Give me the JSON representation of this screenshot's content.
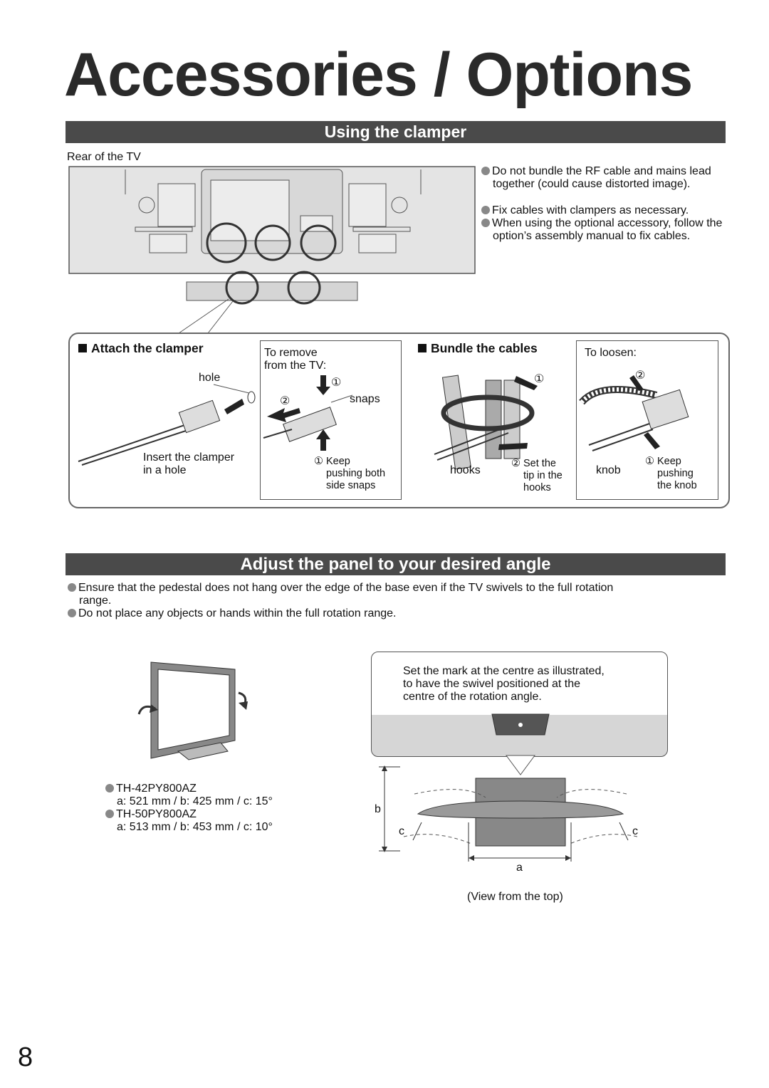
{
  "title": "Accessories / Options",
  "clamper": {
    "heading": "Using the clamper",
    "rear_label": "Rear of the TV",
    "bullets": [
      "Do not bundle the RF cable and mains lead together (could cause distorted image).",
      "Fix cables with clampers as necessary.",
      "When using the optional accessory, follow the option’s assembly manual to fix cables."
    ],
    "attach": {
      "heading": "Attach the clamper",
      "hole": "hole",
      "insert_line1": "Insert the clamper",
      "insert_line2": "in a hole"
    },
    "remove": {
      "line1": "To remove",
      "line2": "from the TV:",
      "step1": "①",
      "step2": "②",
      "snaps": "snaps",
      "keep_num": "①",
      "keep_line1": "Keep",
      "keep_line2": "pushing both",
      "keep_line3": "side snaps"
    },
    "bundle": {
      "heading": "Bundle the cables",
      "step1": "①",
      "hooks": "hooks",
      "set_num": "②",
      "set_line1": "Set the",
      "set_line2": "tip in the",
      "set_line3": "hooks"
    },
    "loosen": {
      "label": "To loosen:",
      "step2": "②",
      "knob": "knob",
      "keep_num": "①",
      "keep_line1": "Keep",
      "keep_line2": "pushing",
      "keep_line3": "the knob"
    }
  },
  "angle": {
    "heading": "Adjust the panel to your desired angle",
    "bullet1_line1": "Ensure that the pedestal does not hang over the edge of the base even if the TV swivels to the full rotation",
    "bullet1_line2": "range.",
    "bullet2": "Do not place any objects or hands within the full rotation range.",
    "models": [
      {
        "name": "TH-42PY800AZ",
        "spec": "a: 521 mm / b: 425 mm / c: 15°"
      },
      {
        "name": "TH-50PY800AZ",
        "spec": "a: 513 mm / b: 453 mm / c: 10°"
      }
    ],
    "note_line1": "Set the mark at the centre as illustrated,",
    "note_line2": "to have the swivel positioned at the",
    "note_line3": "centre of the rotation angle.",
    "dim_a": "a",
    "dim_b": "b",
    "dim_c": "c",
    "view_caption": "(View from the top)"
  },
  "page_number": "8"
}
